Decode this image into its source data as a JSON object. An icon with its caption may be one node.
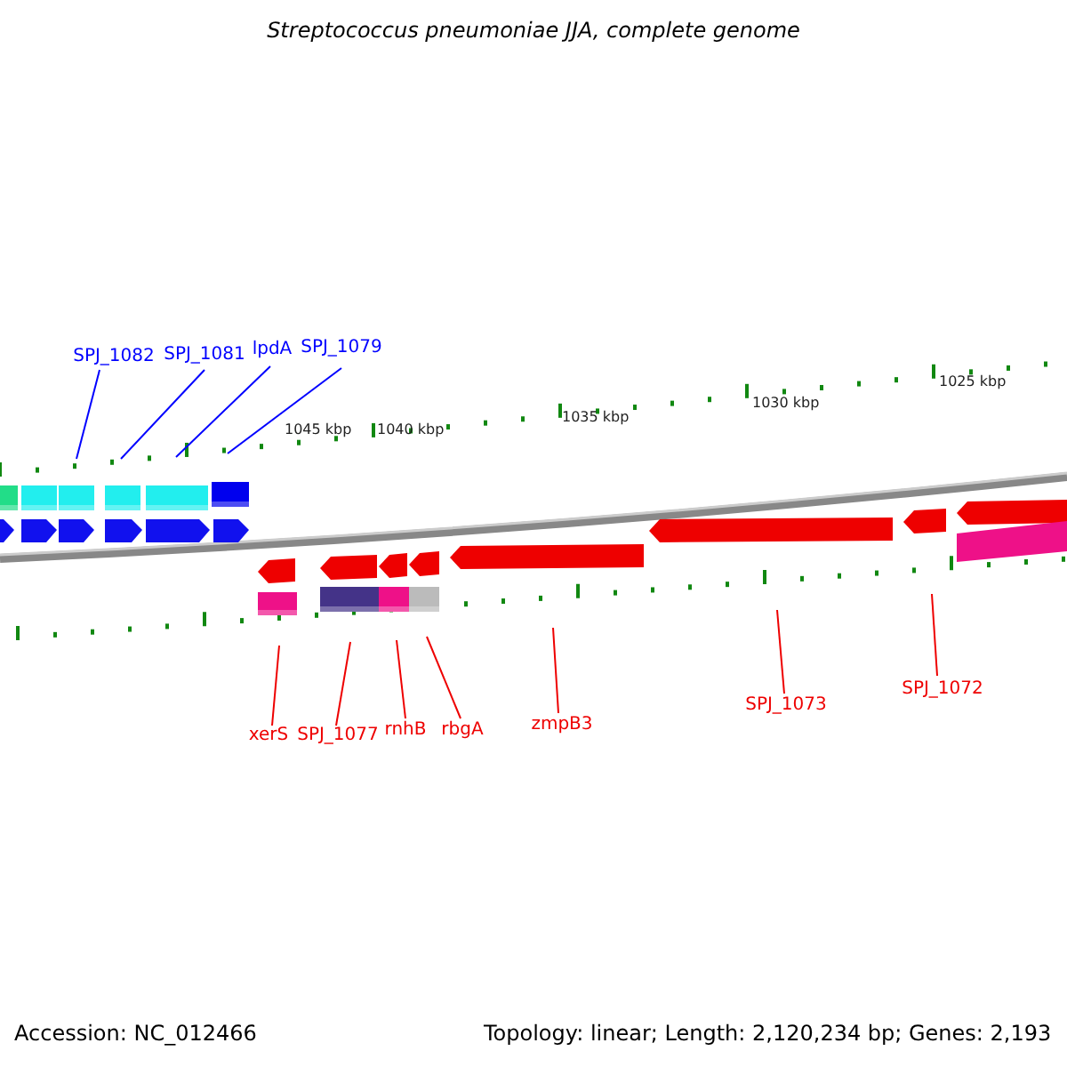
{
  "diagram": {
    "title": "Streptococcus pneumoniae JJA, complete genome",
    "nodes": [
      {
        "text": [
          "SPJ_1082"
        ]
      },
      {
        "text": [
          "SPJ_1081"
        ]
      },
      {
        "text": [
          "lpdA"
        ]
      },
      {
        "text": [
          "SPJ_1079"
        ]
      },
      {
        "text": [
          "xerS"
        ]
      },
      {
        "text": [
          "SPJ_1077"
        ]
      },
      {
        "text": [
          "rnhB"
        ]
      },
      {
        "text": [
          "rbgA"
        ]
      },
      {
        "text": [
          "zmpB3"
        ]
      },
      {
        "text": [
          "SPJ_1073"
        ]
      },
      {
        "text": [
          "SPJ_1072"
        ]
      }
    ],
    "edges": [
      {
        "from": 0,
        "to": null,
        "arrow": "none",
        "color": "#0000ff"
      },
      {
        "from": 1,
        "to": null,
        "arrow": "none",
        "color": "#0000ff"
      },
      {
        "from": 2,
        "to": null,
        "arrow": "none",
        "color": "#0000ff"
      },
      {
        "from": 3,
        "to": null,
        "arrow": "none",
        "color": "#0000ff"
      },
      {
        "from": 4,
        "to": null,
        "arrow": "none"
      },
      {
        "from": 5,
        "to": null,
        "arrow": "none"
      },
      {
        "from": 6,
        "to": null,
        "arrow": "none"
      },
      {
        "from": 7,
        "to": null,
        "arrow": "none"
      },
      {
        "from": 8,
        "to": null,
        "arrow": "none"
      },
      {
        "from": 9,
        "to": null,
        "arrow": "none"
      },
      {
        "from": 10,
        "to": null,
        "arrow": "none"
      }
    ],
    "labels": [
      "1045 kbp",
      "1040 kbp",
      "1035 kbp",
      "1030 kbp",
      "1025 kbp",
      "Accession: NC_012466",
      "Topology: linear; Length: 2,120,234 bp; Genes: 2,193"
    ]
  }
}
